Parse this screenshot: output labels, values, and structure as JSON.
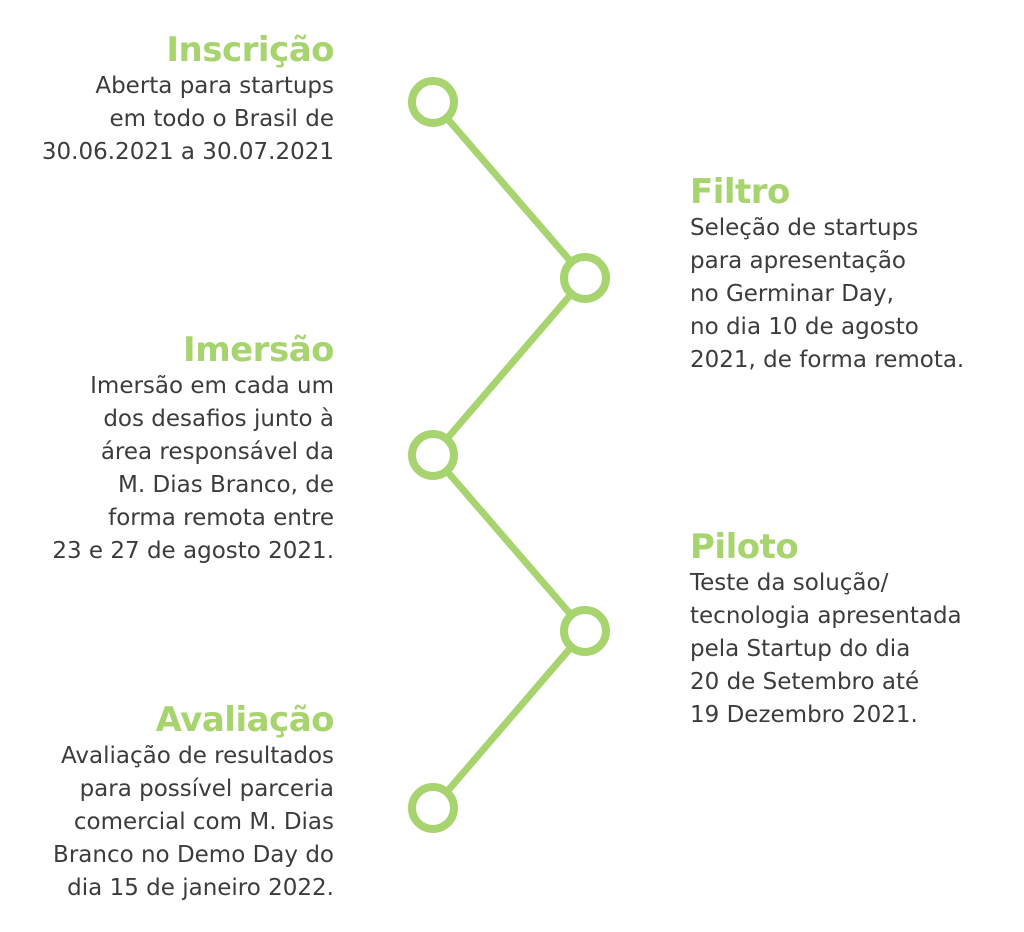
{
  "colors": {
    "accent": "#a8d46f",
    "text": "#3c3c3c"
  },
  "steps": [
    {
      "id": "inscricao",
      "title": "Inscrição",
      "description": "Aberta para startups\nem todo o Brasil de\n30.06.2021 a 30.07.2021"
    },
    {
      "id": "filtro",
      "title": "Filtro",
      "description": "Seleção de startups\npara apresentação\nno Germinar Day,\nno dia 10 de agosto\n2021, de forma remota."
    },
    {
      "id": "imersao",
      "title": "Imersão",
      "description": "Imersão em cada um\ndos desafios junto à\nárea responsável da\nM. Dias Branco, de\nforma remota entre\n23 e 27 de agosto 2021."
    },
    {
      "id": "piloto",
      "title": "Piloto",
      "description": "Teste da solução/\ntecnologia apresentada\npela Startup do dia\n20 de Setembro até\n19 Dezembro 2021."
    },
    {
      "id": "avaliacao",
      "title": "Avaliação",
      "description": "Avaliação de resultados\npara possível parceria\ncomercial com M. Dias\nBranco no Demo Day do\ndia 15 de janeiro 2022."
    }
  ]
}
